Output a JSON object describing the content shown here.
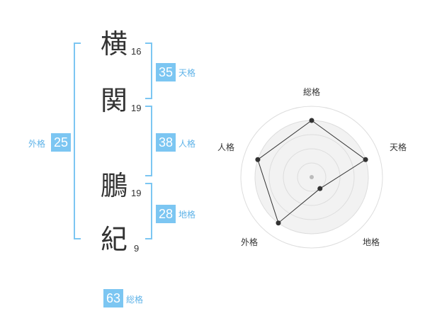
{
  "name_chars": [
    {
      "char": "横",
      "strokes": "16"
    },
    {
      "char": "関",
      "strokes": "19"
    },
    {
      "char": "鵬",
      "strokes": "19"
    },
    {
      "char": "紀",
      "strokes": "9"
    }
  ],
  "kakusu": {
    "tenkaku": {
      "value": "35",
      "label": "天格"
    },
    "jinkaku": {
      "value": "38",
      "label": "人格"
    },
    "chikaku": {
      "value": "28",
      "label": "地格"
    },
    "gaikaku": {
      "value": "25",
      "label": "外格"
    },
    "soukaku": {
      "value": "63",
      "label": "総格"
    }
  },
  "colors": {
    "accent": "#7cc6f2",
    "accent_text": "#5fb3e8",
    "text": "#333333"
  },
  "chart_data": {
    "type": "radar",
    "axes": [
      "総格",
      "天格",
      "地格",
      "外格",
      "人格"
    ],
    "levels": 5,
    "range": [
      0,
      5
    ],
    "values": [
      4,
      4,
      1,
      4,
      4
    ]
  }
}
